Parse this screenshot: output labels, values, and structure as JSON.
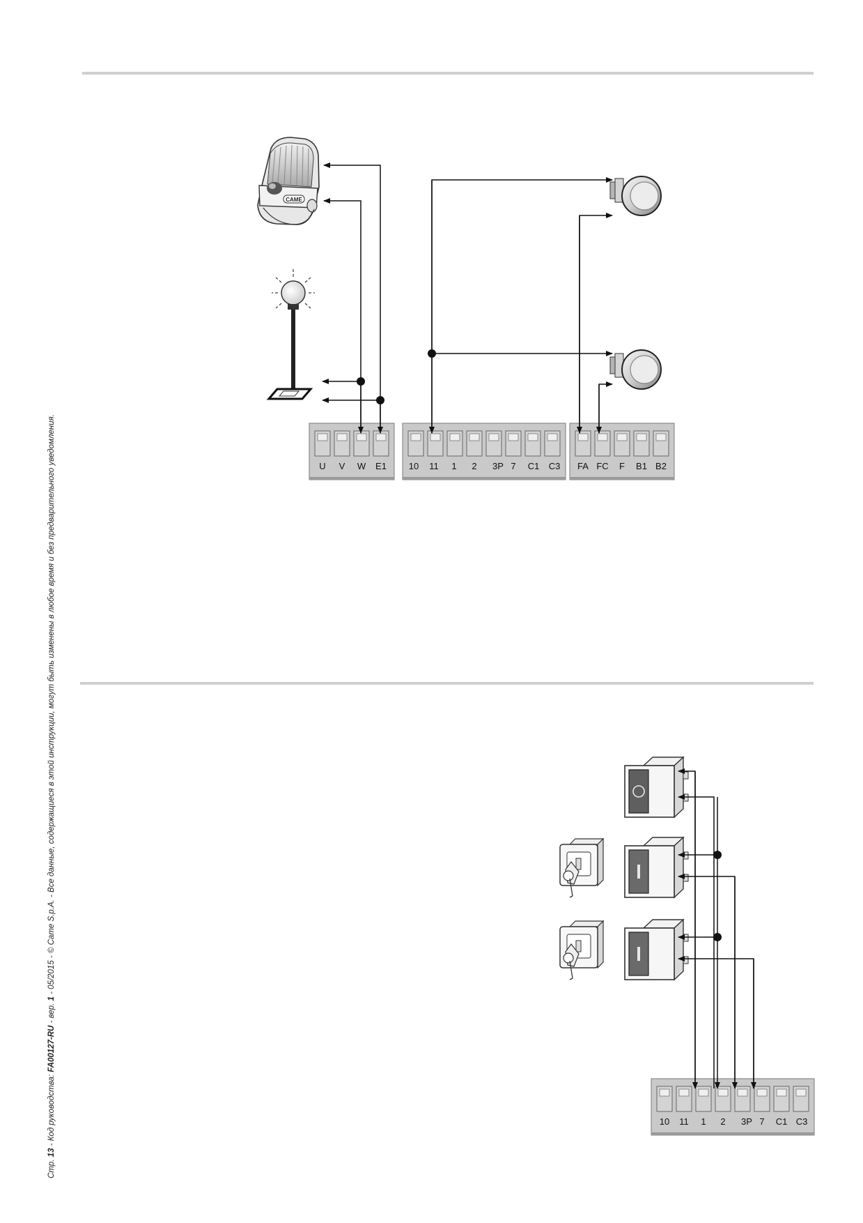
{
  "footer": {
    "prefix": "Стр. ",
    "page_num": "13",
    "code_prefix": " - Код руководства: ",
    "code": "FA00127-RU",
    "ver_prefix": " - вер. ",
    "ver": "1",
    "suffix": " - 05/2015 - © Came S.p.A. - Все данные, содержащиеся в этой инструкции, могут быть изменены в любое время и без предварительного уведомления."
  },
  "diagram1": {
    "block_a": [
      "U",
      "V",
      "W",
      "E1"
    ],
    "block_b": [
      "10",
      "11",
      "1",
      "2",
      "3P",
      "7",
      "C1",
      "C3"
    ],
    "block_c": [
      "FA",
      "FC",
      "F",
      "B1",
      "B2"
    ],
    "flasher_logo": "CAME"
  },
  "diagram2": {
    "block": [
      "10",
      "11",
      "1",
      "2",
      "3P",
      "7",
      "C1",
      "C3"
    ]
  },
  "colors": {
    "wire": "#111111",
    "terminal_fill": "#c9c9c9",
    "terminal_border": "#7a7a7a",
    "rule": "#cfcfcf"
  }
}
